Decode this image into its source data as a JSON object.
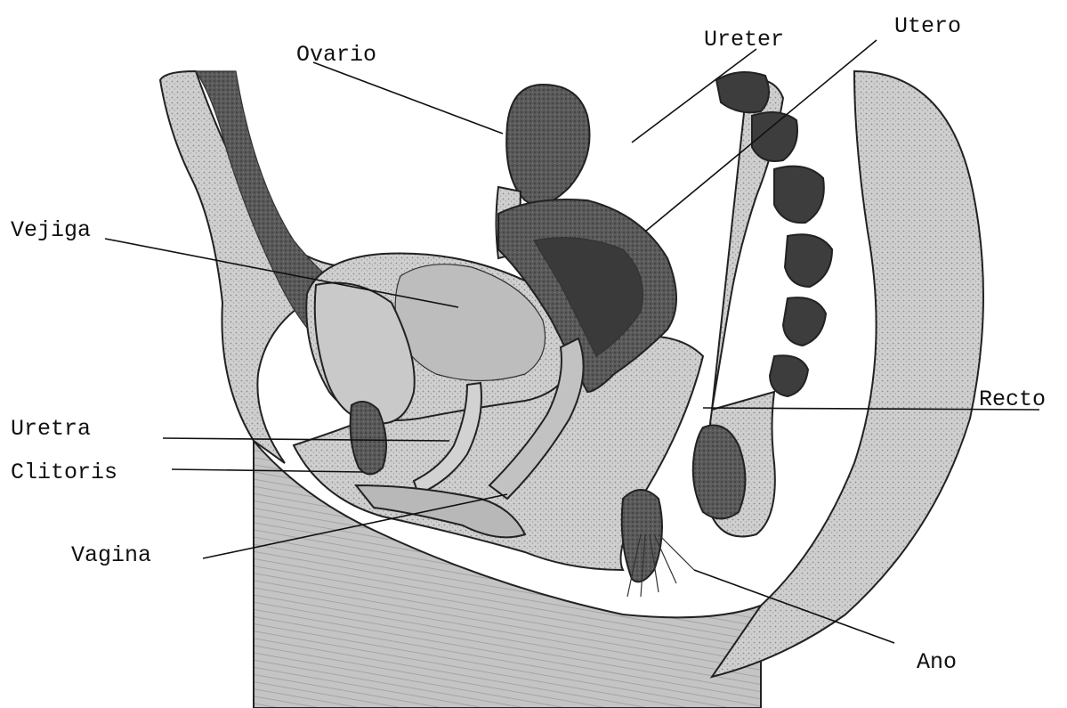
{
  "labels": {
    "ovario": "Ovario",
    "ureter": "Ureter",
    "utero": "Utero",
    "vejiga": "Vejiga",
    "uretra": "Uretra",
    "clitoris": "Clitoris",
    "vagina": "Vagina",
    "recto": "Recto",
    "ano": "Ano"
  },
  "colors": {
    "tissue_light": "#d9d9d9",
    "tissue_mid": "#b5b5b5",
    "tissue_dark": "#6a6a6a",
    "organ_dark": "#2e2e2e",
    "line": "#111111"
  }
}
